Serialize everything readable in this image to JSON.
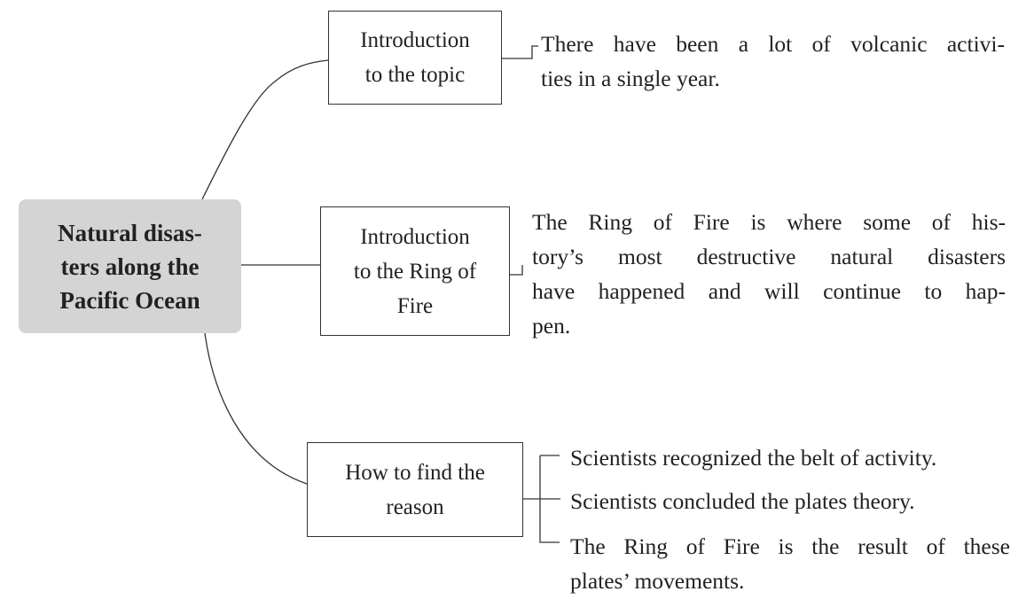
{
  "central": {
    "lines": [
      "Natural disas-",
      "ters along the",
      "Pacific Ocean"
    ]
  },
  "branches": [
    {
      "box_lines": [
        "Introduction",
        "to the topic"
      ],
      "desc_lines": [
        "There have been a lot of volcanic activi-",
        "ties in a single year."
      ]
    },
    {
      "box_lines": [
        "Introduction",
        "to the Ring of",
        "Fire"
      ],
      "desc_lines": [
        "The Ring of Fire is where some of his-",
        "tory’s most destructive natural disasters",
        "have happened and will continue to hap-",
        "pen."
      ]
    },
    {
      "box_lines": [
        "How to find the",
        "reason"
      ],
      "sub_items": [
        {
          "lines": [
            "Scientists recognized the belt of activity."
          ]
        },
        {
          "lines": [
            "Scientists concluded the plates theory."
          ]
        },
        {
          "lines": [
            "The Ring of Fire is the result of these",
            "plates’ movements."
          ]
        }
      ]
    }
  ]
}
